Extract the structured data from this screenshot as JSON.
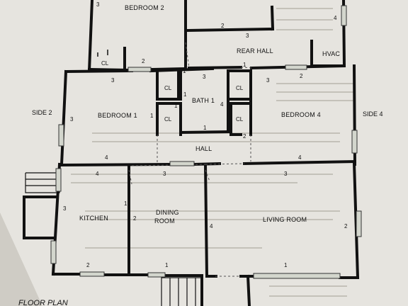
{
  "plan": {
    "caption": "FLOOR PLAN",
    "colors": {
      "paper": "#e6e4df",
      "wall": "#111111",
      "window": "#cfd3c9",
      "bleed": "#b9b6ae"
    },
    "rooms": {
      "bedroom2": "BEDROOM 2",
      "rear_hall": "REAR HALL",
      "hvac": "HVAC",
      "bedroom1": "BEDROOM 1",
      "bath1": "BATH 1",
      "bedroom4": "BEDROOM 4",
      "hall": "HALL",
      "kitchen": "KITCHEN",
      "dining_line1": "DINING",
      "dining_line2": "ROOM",
      "living_room": "LIVING ROOM"
    },
    "closets": {
      "cl_a": "CL",
      "cl_b": "CL",
      "cl_c": "CL",
      "cl_d": "CL",
      "cl_e": "CL"
    },
    "sides": {
      "left": "SIDE 2",
      "right": "SIDE 4"
    },
    "wall_numbers": {
      "n01": "3",
      "n02": "4",
      "n03": "2",
      "n04": "3",
      "n05": "2",
      "n06": "1",
      "n07": "2",
      "n08": "3",
      "n09": "1",
      "n10": "3",
      "n11": "3",
      "n12": "1",
      "n13": "1",
      "n14": "4",
      "n15": "1",
      "n16": "1",
      "n17": "3",
      "n18": "2",
      "n19": "4",
      "n20": "4",
      "n21": "4",
      "n22": "3",
      "n23": "3",
      "n24": "1",
      "n25": "3",
      "n26": "2",
      "n27": "4",
      "n28": "2",
      "n29": "2",
      "n30": "1"
    }
  }
}
